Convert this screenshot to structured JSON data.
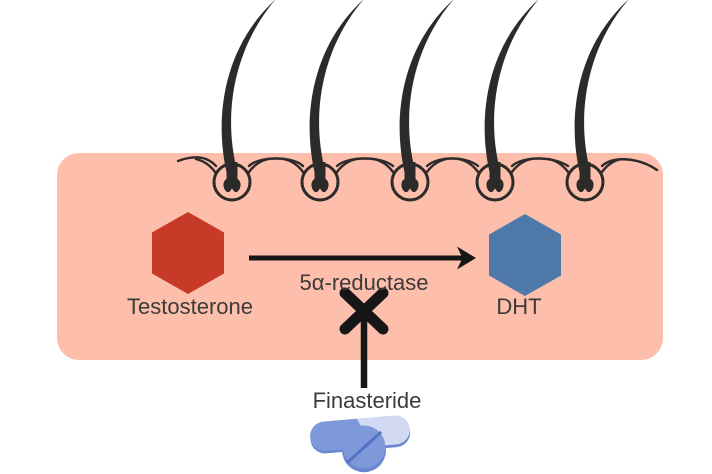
{
  "diagram": {
    "description": "Mechanism diagram: finasteride blocks 5α-reductase conversion of testosterone to DHT in skin with hair follicles",
    "labels": {
      "testosterone": "Testosterone",
      "enzyme": "5α-reductase",
      "dht": "DHT",
      "finasteride": "Finasteride"
    },
    "icons": {
      "hair": "hair-icon",
      "follicle": "hair-follicle-icon",
      "testosterone_shape": "hexagon",
      "dht_shape": "hexagon",
      "inhibitor": "pill-icon"
    },
    "colors": {
      "skin": "#fdbfab",
      "outline": "#2d2a2a",
      "ink": "#161616",
      "text": "#3b3b3b",
      "testosterone": "#c63a27",
      "dht": "#4e79a8",
      "pill_blue": "#7d99da",
      "pill_light": "#d2d9f2",
      "pill_shadow": "#6b87d0",
      "pill_score": "#5473c5"
    }
  }
}
